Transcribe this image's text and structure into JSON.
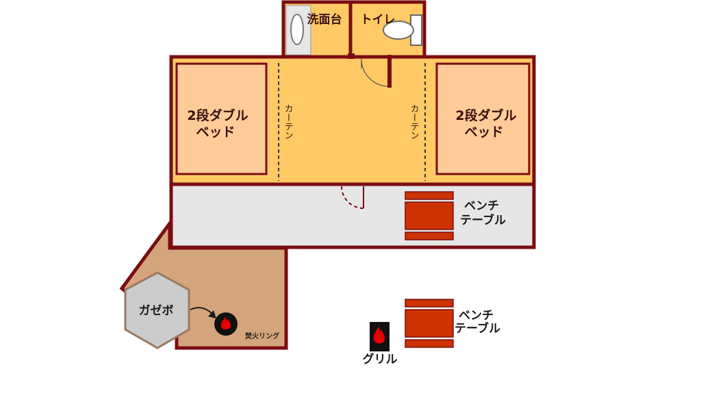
{
  "floorplan": {
    "rooms": {
      "washbasin": "洗面台",
      "toilet": "トイレ",
      "bed_left": [
        "2段ダブル",
        "ベッド"
      ],
      "bed_right": [
        "2段ダブル",
        "ベッド"
      ],
      "curtain_left": "カーテン",
      "curtain_right": "カーテン"
    },
    "outdoor": {
      "bench_table_deck": [
        "ベンチ",
        "テーブル"
      ],
      "bench_table_yard": [
        "ベンチ",
        "テーブル"
      ],
      "gazebo": "ガゼボ",
      "fire_ring": "焚火リング",
      "grill": "グリル"
    },
    "colors": {
      "wall": "#7a0d12",
      "floor": "#ffc966",
      "bed": "#ffcc99",
      "deck": "#e6e6e6",
      "patio": "#d4a57c",
      "bench": "#cc3300",
      "gazebo": "#cccccc"
    }
  }
}
